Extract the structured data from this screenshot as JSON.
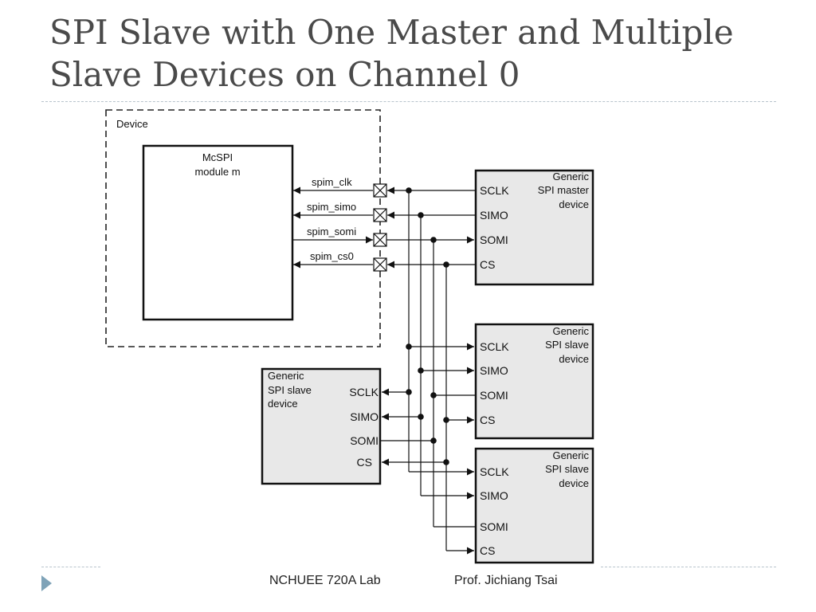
{
  "slide": {
    "title_line1": "SPI Slave with One Master and Multiple",
    "title_line2": "Slave Devices on Channel 0",
    "footer_left": "NCHUEE 720A Lab",
    "footer_right": "Prof. Jichiang Tsai"
  },
  "diagram": {
    "device_label": "Device",
    "module_label_1": "McSPI",
    "module_label_2": "module m",
    "signals": [
      "spim_clk",
      "spim_simo",
      "spim_somi",
      "spim_cs0"
    ],
    "pins": [
      "SCLK",
      "SIMO",
      "SOMI",
      "CS"
    ],
    "master_label": [
      "Generic",
      "SPI master",
      "device"
    ],
    "slave_label": [
      "Generic",
      "SPI slave",
      "device"
    ]
  }
}
